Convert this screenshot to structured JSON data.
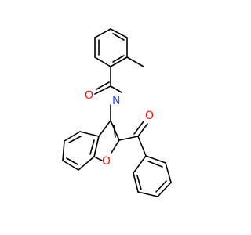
{
  "molecule": {
    "atoms": [
      {
        "id": "O1",
        "symbol": "O",
        "color": "#ff0d0d"
      },
      {
        "id": "N1",
        "symbol": "N",
        "color": "#3050f8"
      },
      {
        "id": "O2",
        "symbol": "O",
        "color": "#ff0d0d"
      },
      {
        "id": "O3",
        "symbol": "O",
        "color": "#ff0d0d"
      }
    ],
    "bond_color": "#000000",
    "background": "#ffffff"
  }
}
